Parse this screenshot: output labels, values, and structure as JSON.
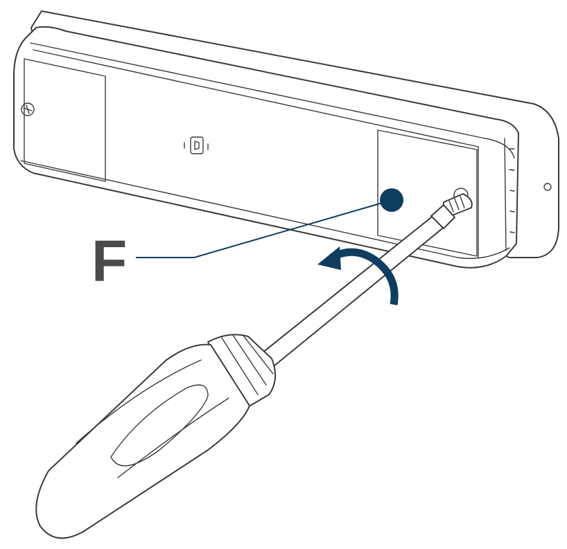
{
  "callout": {
    "label": "F",
    "label_color": "#4a4a4a"
  },
  "colors": {
    "accent": "#0f3d5f",
    "outline": "#3a3a3a",
    "background": "#ffffff"
  },
  "icons": {
    "rotation_arrow": "counterclockwise-arrow-icon",
    "marker": "filled-circle-marker",
    "tool": "screwdriver"
  }
}
